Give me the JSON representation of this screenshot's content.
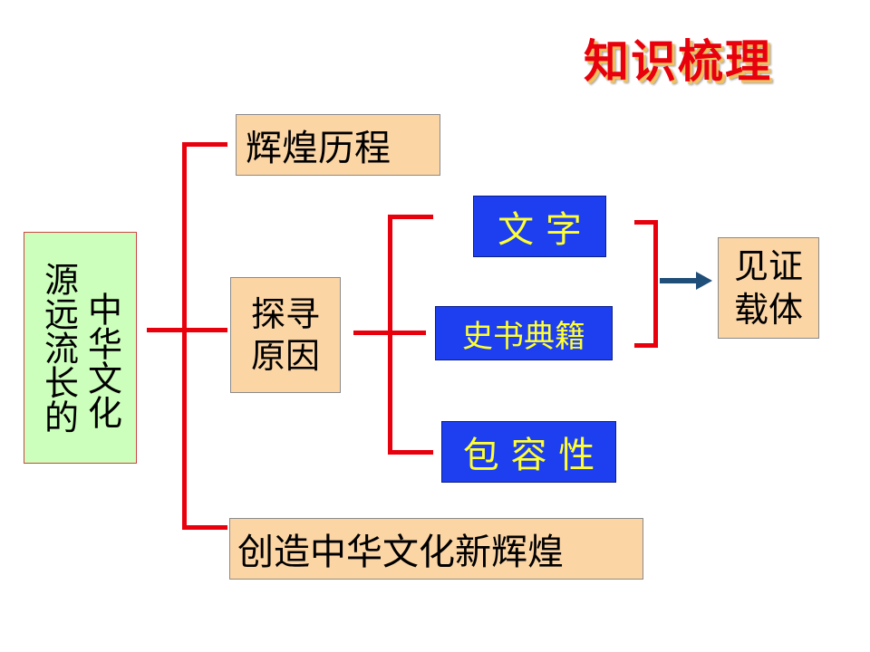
{
  "title": "知识梳理",
  "root": {
    "col1": "源远流长的",
    "col2": "中华文化"
  },
  "branches": {
    "glory_history": "辉煌历程",
    "explore_reasons": {
      "line1": "探寻",
      "line2": "原因"
    },
    "create_new_glory": "创造中华文化新辉煌"
  },
  "reasons": {
    "writing": "文 字",
    "books": "史书典籍",
    "inclusiveness": "包 容 性"
  },
  "witness": {
    "line1": "见证",
    "line2": "载体"
  },
  "colors": {
    "connector": "#e8000c",
    "peach_box": "#fcd5a5",
    "blue_box": "#1d3ff0",
    "blue_text": "#ffff33",
    "root_box": "#ccffbb",
    "arrow": "#1f4e79"
  }
}
